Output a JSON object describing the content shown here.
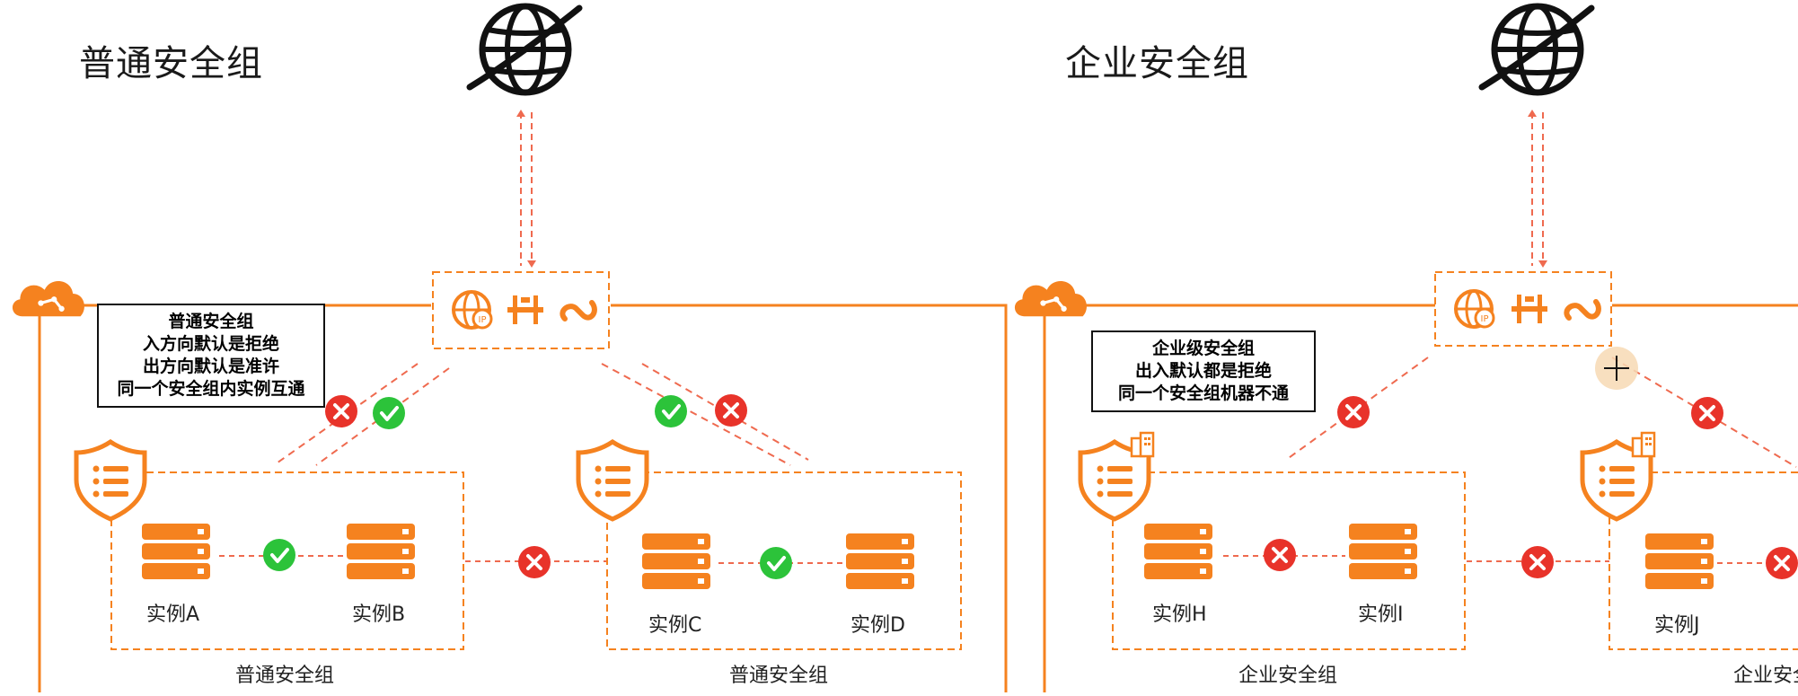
{
  "left_panel": {
    "title": "普通安全组",
    "note_lines": [
      "普通安全组",
      "入方向默认是拒绝",
      "出方向默认是准许",
      "同一个安全组内实例互通"
    ],
    "groups": [
      "普通安全组",
      "普通安全组"
    ],
    "instances": [
      "实例A",
      "实例B",
      "实例C",
      "实例D"
    ]
  },
  "right_panel": {
    "title": "企业安全组",
    "note_lines": [
      "企业级安全组",
      "出入默认都是拒绝",
      "同一个安全组机器不通"
    ],
    "groups": [
      "企业安全组",
      "企业安全"
    ],
    "instances": [
      "实例H",
      "实例I",
      "实例J"
    ]
  },
  "colors": {
    "accent": "#f5821f",
    "allow": "#2cc33a",
    "deny": "#e8332a",
    "dash": "#ef6a4f"
  },
  "icons": [
    "globe-icon",
    "cloud-icon",
    "ip-icon",
    "gateway-icon",
    "link-icon",
    "shield-icon",
    "server-icon",
    "check-icon",
    "cross-icon",
    "cursor-crosshair-icon"
  ]
}
